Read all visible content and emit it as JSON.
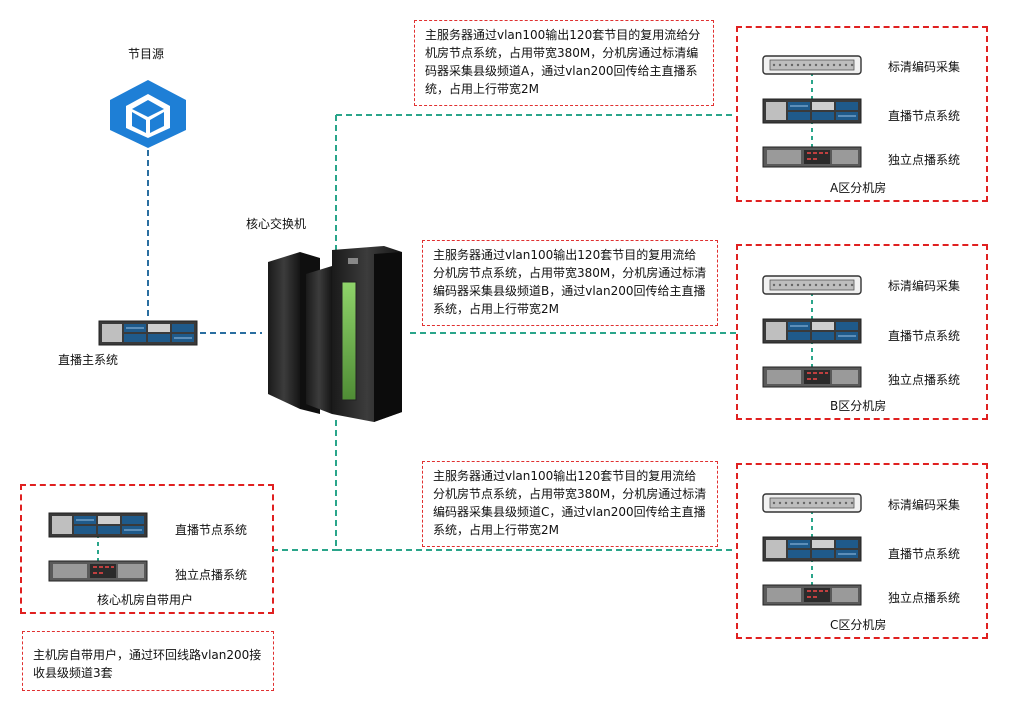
{
  "source": {
    "label": "节目源",
    "icon": "cube-icon"
  },
  "core_switch": {
    "label": "核心交换机",
    "icon": "rack-server-icon"
  },
  "main_system": {
    "label": "直播主系统",
    "icon": "rack-server-icon"
  },
  "rooms": [
    {
      "name": "A区分机房",
      "note": "主服务器通过vlan100输出120套节目的复用流给分机房节点系统，占用带宽380M，分机房通过标清编码器采集县级频道A，通过vlan200回传给主直播系统，占用上行带宽2M",
      "devices": [
        "标清编码采集",
        "直播节点系统",
        "独立点播系统"
      ]
    },
    {
      "name": "B区分机房",
      "note": "主服务器通过vlan100输出120套节目的复用流给分机房节点系统，占用带宽380M，分机房通过标清编码器采集县级频道B，通过vlan200回传给主直播系统，占用上行带宽2M",
      "devices": [
        "标清编码采集",
        "直播节点系统",
        "独立点播系统"
      ]
    },
    {
      "name": "C区分机房",
      "note": "主服务器通过vlan100输出120套节目的复用流给分机房节点系统，占用带宽380M，分机房通过标清编码器采集县级频道C，通过vlan200回传给主直播系统，占用上行带宽2M",
      "devices": [
        "标清编码采集",
        "直播节点系统",
        "独立点播系统"
      ]
    }
  ],
  "core_room": {
    "name": "核心机房自带用户",
    "devices": [
      "直播节点系统",
      "独立点播系统"
    ],
    "note": "主机房自带用户，通过环回线路vlan200接收县级频道3套"
  },
  "colors": {
    "dash_red": "#e02020",
    "link_teal": "#2aa58a",
    "link_blue": "#2a6ea0",
    "cube_blue": "#1e7fd6"
  }
}
